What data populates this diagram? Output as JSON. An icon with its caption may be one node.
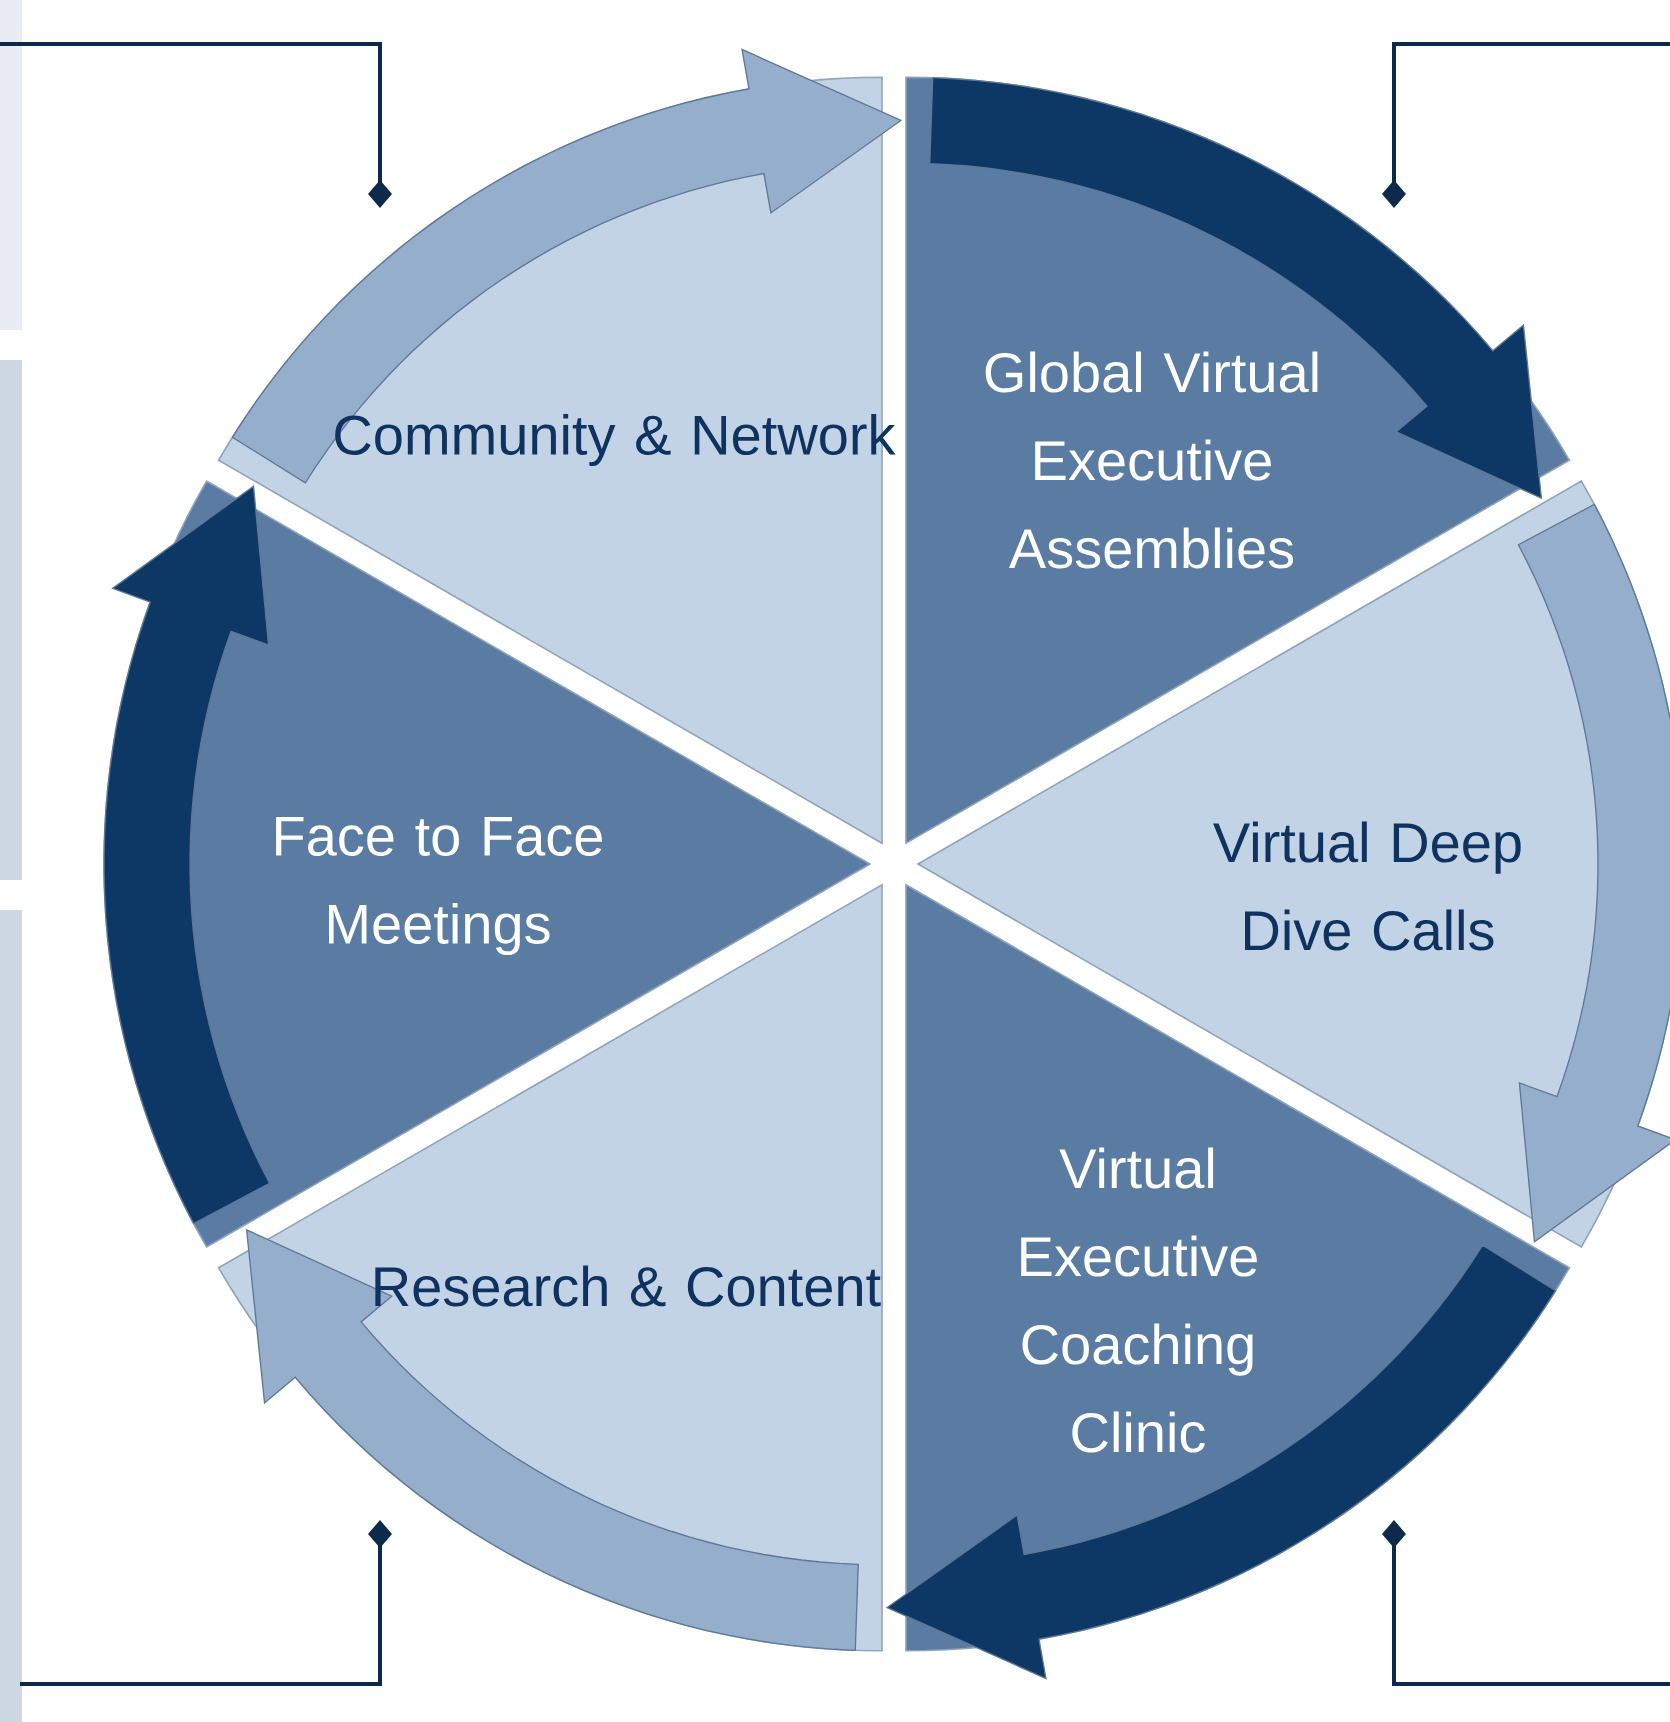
{
  "diagram": {
    "nodes": [
      {
        "text": [
          "Community & Network"
        ]
      },
      {
        "text": [
          "Global Virtual Executive Assemblies"
        ]
      },
      {
        "text": [
          "Virtual Deep Dive Calls"
        ]
      },
      {
        "text": [
          "Virtual Executive Coaching Clinic"
        ]
      },
      {
        "text": [
          "Research & Content"
        ]
      },
      {
        "text": [
          "Face to Face Meetings"
        ]
      }
    ]
  }
}
